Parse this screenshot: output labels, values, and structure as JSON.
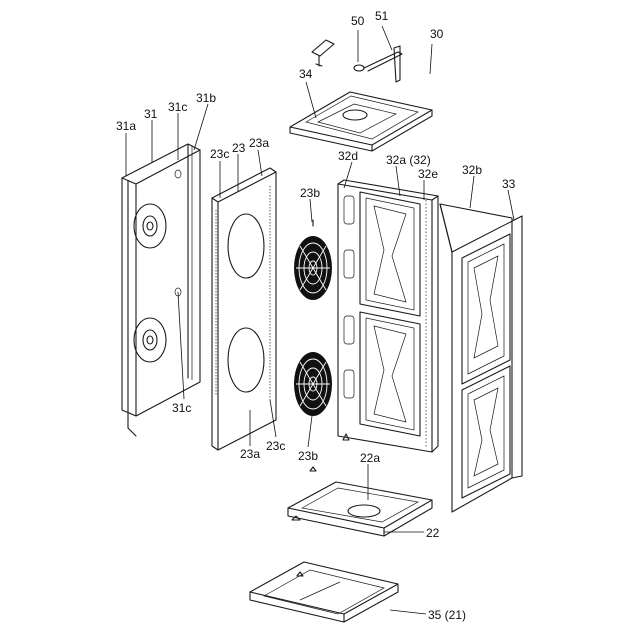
{
  "labels": {
    "l50": "50",
    "l51": "51",
    "l30": "30",
    "l34": "34",
    "l31a": "31a",
    "l31": "31",
    "l31c_top": "31c",
    "l31b": "31b",
    "l23c_top": "23c",
    "l23": "23",
    "l23a_top": "23a",
    "l32d": "32d",
    "l32a": "32a (32)",
    "l32e": "32e",
    "l32b": "32b",
    "l33": "33",
    "l23b_top": "23b",
    "l31c_bottom": "31c",
    "l23a_bottom": "23a",
    "l23c_bottom": "23c",
    "l23b_bottom": "23b",
    "l22a": "22a",
    "l22": "22",
    "l35": "35 (21)"
  }
}
